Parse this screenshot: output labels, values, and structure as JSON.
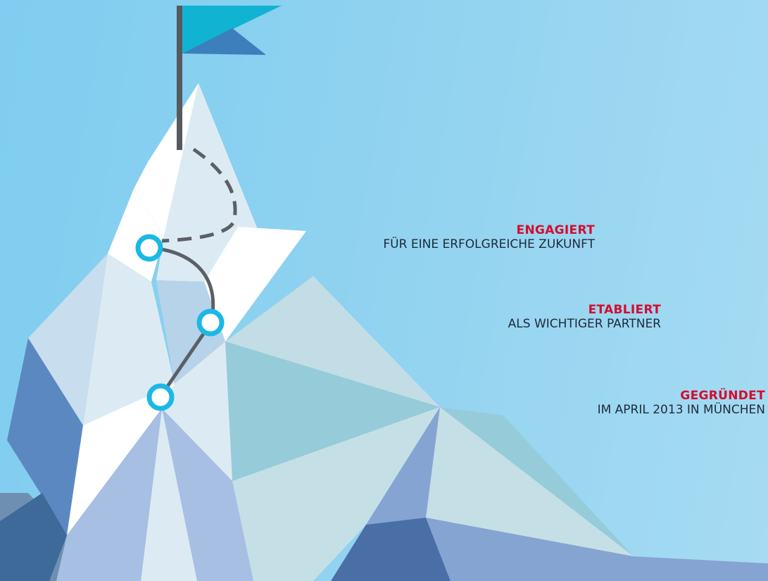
{
  "accent_color": "#d50c2d",
  "milestones": [
    {
      "title": "ENGAGIERT",
      "description": "FÜR EINE ERFOLGREICHE ZUKUNFT"
    },
    {
      "title": "ETABLIERT",
      "description": "ALS WICHTIGER PARTNER"
    },
    {
      "title": "GEGRÜNDET",
      "description": "IM APRIL 2013 IN MÜNCHEN"
    }
  ],
  "icons": {
    "flag": "flag-icon",
    "waypoint": "waypoint-circle-icon"
  }
}
